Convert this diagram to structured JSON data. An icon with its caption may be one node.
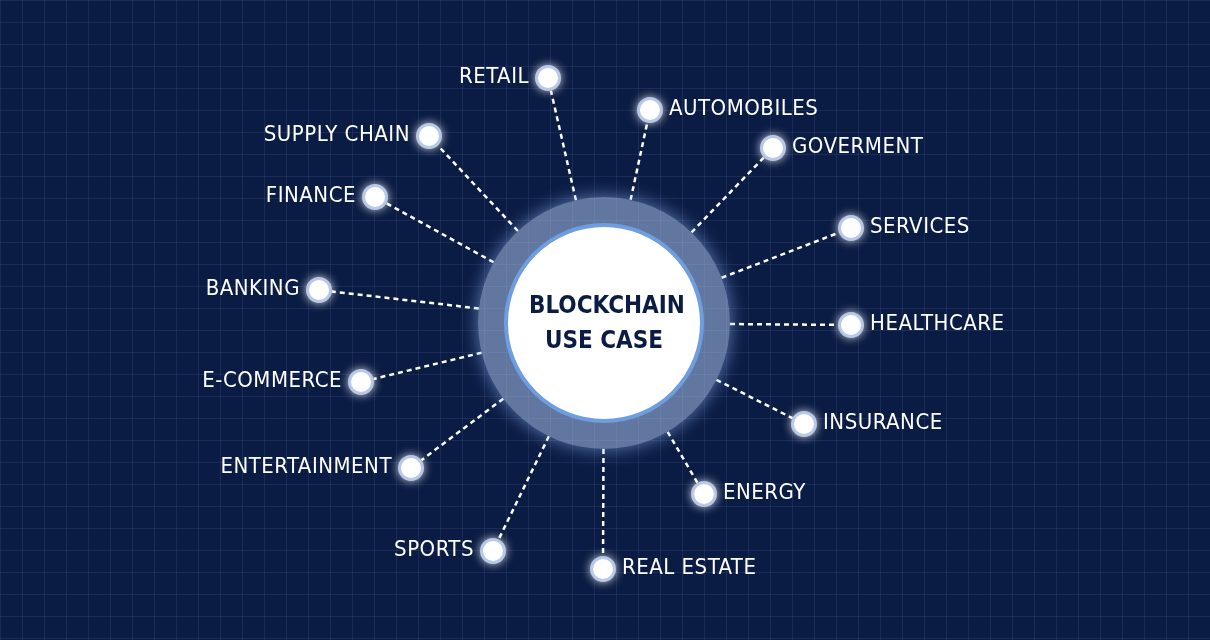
{
  "diagram": {
    "nodes": [
      {
        "text": [
          "BLOCKCHAIN USE CASE"
        ]
      },
      {
        "text": [],
        "shape": "circle",
        "beside": [
          "RETAIL"
        ]
      },
      {
        "text": [],
        "shape": "circle",
        "beside": [
          "AUTOMOBILES"
        ]
      },
      {
        "text": [],
        "shape": "circle",
        "beside": [
          "GOVERMENT"
        ]
      },
      {
        "text": [],
        "shape": "circle",
        "beside": [
          "SERVICES"
        ]
      },
      {
        "text": [],
        "shape": "circle",
        "beside": [
          "HEALTHCARE"
        ]
      },
      {
        "text": [],
        "shape": "circle",
        "beside": [
          "INSURANCE"
        ]
      },
      {
        "text": [],
        "shape": "circle",
        "beside": [
          "ENERGY"
        ]
      },
      {
        "text": [],
        "shape": "circle",
        "beside": [
          "REAL ESTATE"
        ]
      },
      {
        "text": [],
        "shape": "circle",
        "beside": [
          "SPORTS"
        ]
      },
      {
        "text": [],
        "shape": "circle",
        "beside": [
          "ENTERTAINMENT"
        ]
      },
      {
        "text": [],
        "shape": "circle",
        "beside": [
          "E-COMMERCE"
        ]
      },
      {
        "text": [],
        "shape": "circle",
        "beside": [
          "BANKING"
        ]
      },
      {
        "text": [],
        "shape": "circle",
        "beside": [
          "FINANCE"
        ]
      },
      {
        "text": [],
        "shape": "circle",
        "beside": [
          "SUPPLY CHAIN"
        ]
      }
    ],
    "edges": [
      {
        "from": 0,
        "to": 1,
        "arrow": "none",
        "style": "dashed"
      },
      {
        "from": 0,
        "to": 2,
        "arrow": "none",
        "style": "dashed"
      },
      {
        "from": 0,
        "to": 3,
        "arrow": "none",
        "style": "dashed"
      },
      {
        "from": 0,
        "to": 4,
        "arrow": "none",
        "style": "dashed"
      },
      {
        "from": 0,
        "to": 5,
        "arrow": "none",
        "style": "dashed"
      },
      {
        "from": 0,
        "to": 6,
        "arrow": "none",
        "style": "dashed"
      },
      {
        "from": 0,
        "to": 7,
        "arrow": "none",
        "style": "dashed"
      },
      {
        "from": 0,
        "to": 8,
        "arrow": "none",
        "style": "dashed"
      },
      {
        "from": 0,
        "to": 9,
        "arrow": "none",
        "style": "dashed"
      },
      {
        "from": 0,
        "to": 10,
        "arrow": "none",
        "style": "dashed"
      },
      {
        "from": 0,
        "to": 11,
        "arrow": "none",
        "style": "dashed"
      },
      {
        "from": 0,
        "to": 12,
        "arrow": "none",
        "style": "dashed"
      },
      {
        "from": 0,
        "to": 13,
        "arrow": "none",
        "style": "dashed"
      },
      {
        "from": 0,
        "to": 14,
        "arrow": "none",
        "style": "dashed"
      }
    ]
  }
}
